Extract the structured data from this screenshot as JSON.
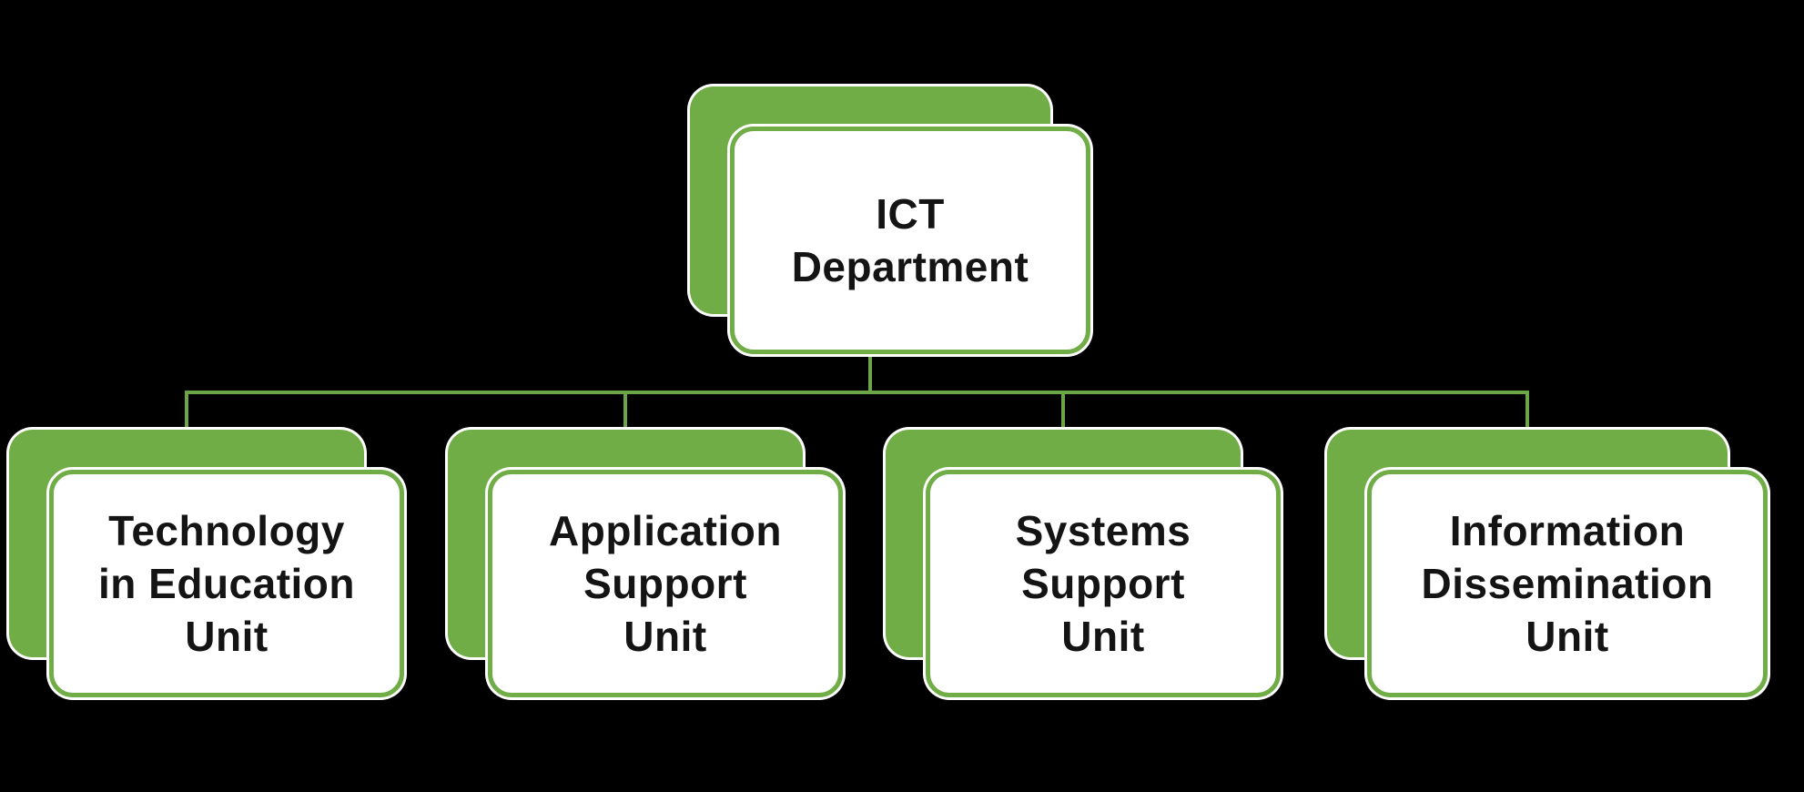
{
  "diagram": {
    "type": "org-chart",
    "background_color": "#000000",
    "card_green": "#70AD47",
    "card_front_fill": "#FFFFFF",
    "card_outline": "#FFFFFF",
    "connector_color": "#6BA547",
    "text_color": "#141414",
    "root": {
      "lines": [
        "ICT",
        "Department"
      ]
    },
    "children": [
      {
        "lines": [
          "Technology",
          "in Education",
          "Unit"
        ]
      },
      {
        "lines": [
          "Application",
          "Support",
          "Unit"
        ]
      },
      {
        "lines": [
          "Systems",
          "Support",
          "Unit"
        ]
      },
      {
        "lines": [
          "Information",
          "Dissemination",
          "Unit"
        ]
      }
    ]
  }
}
